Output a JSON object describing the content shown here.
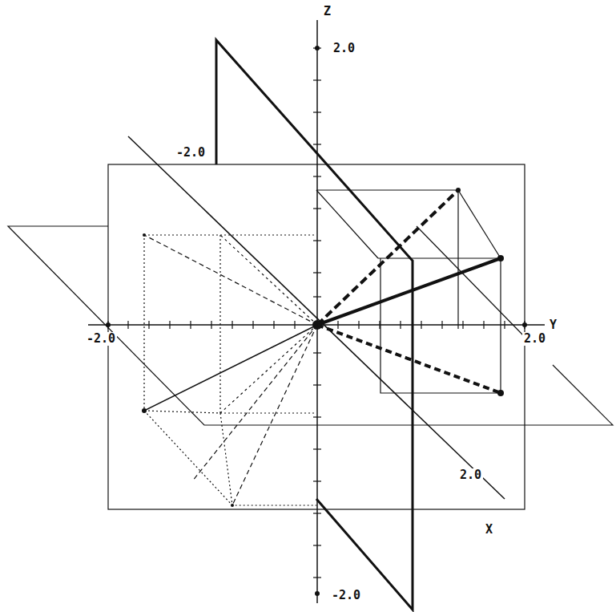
{
  "diagram": {
    "labels": [
      "Z",
      "2.0",
      "-2.0",
      "-2.0",
      "2.0",
      "Y",
      "2.0",
      "X",
      "-2.0"
    ]
  }
}
